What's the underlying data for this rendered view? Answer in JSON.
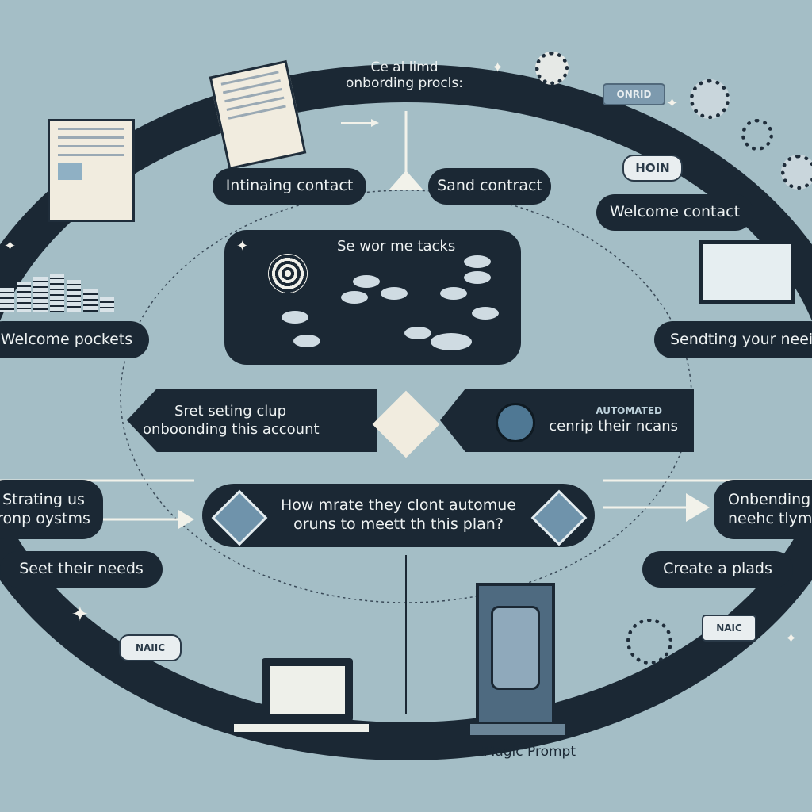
{
  "title": {
    "line1": "Ce al limd",
    "line2": "onbording procls:"
  },
  "pills": {
    "initiating_contact": "Intinaing contact",
    "send_contract": "Sand contract",
    "welcome_contact": "Welcome contact",
    "welcome_pockets": "Welcome pockets",
    "sending_needs": "Sendting your neeir",
    "strating_line1": "Strating us",
    "strating_line2": "ronp oystms",
    "onbending_line1": "Onbending",
    "onbending_line2": "neehc tlym",
    "seet_needs": "Seet their needs",
    "create_plads": "Create a plads"
  },
  "center_panel": {
    "title": "Se wor me tacks"
  },
  "left_hex": {
    "line1": "Sret seting clup",
    "line2": "onboonding this account"
  },
  "right_hex": {
    "tag": "AUTOMATED",
    "line2": "cenrip their ncans"
  },
  "question": {
    "line1": "How mrate they clont automue",
    "line2": "oruns to meett th this plan?"
  },
  "badges": {
    "onrid": "ONRID",
    "hoin": "HOIN",
    "naiic": "NAIIC",
    "naic": "NAIC"
  },
  "footer": {
    "magic_prompt": "'Magic Prompt"
  },
  "colors": {
    "background": "#a4bec6",
    "dark": "#1b2834",
    "cream": "#f1ecdf",
    "accent": "#6f93ab"
  }
}
